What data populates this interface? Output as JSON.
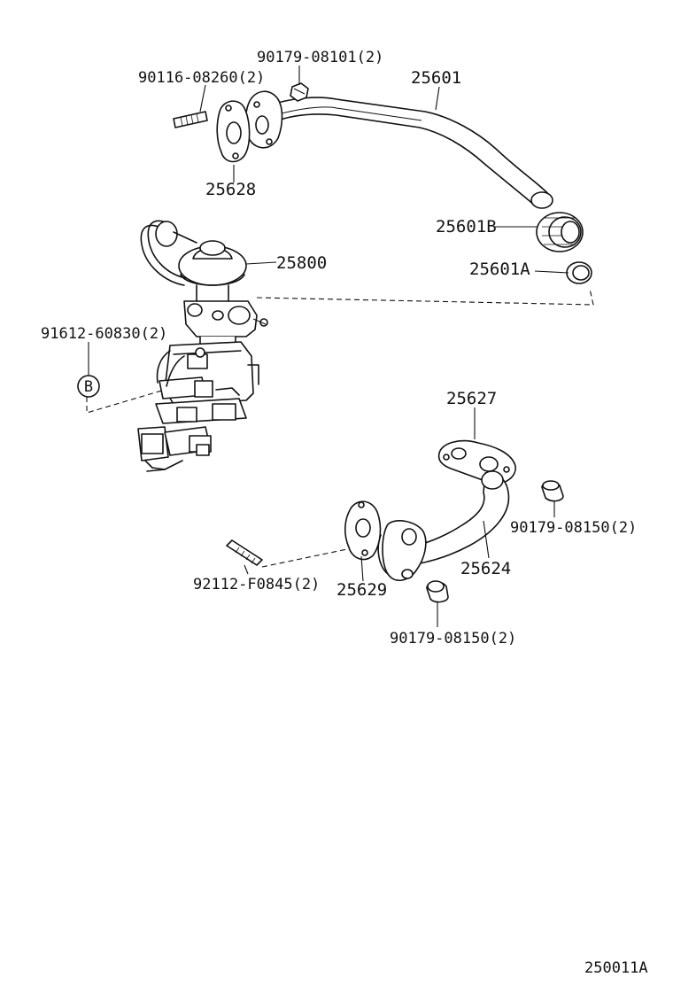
{
  "labels": {
    "p90179_08101": "90179-08101(2)",
    "p90116_08260": "90116-08260(2)",
    "p25601": "25601",
    "p25628": "25628",
    "p25601B": "25601B",
    "p25800": "25800",
    "p25601A": "25601A",
    "p91612_60830": "91612-60830(2)",
    "p25627": "25627",
    "p90179_08150_right": "90179-08150(2)",
    "p25624": "25624",
    "p92112_F0845": "92112-F0845(2)",
    "p25629": "25629",
    "p90179_08150_bottom": "90179-08150(2)",
    "callout_b": "B",
    "diagram_code": "250011A"
  }
}
